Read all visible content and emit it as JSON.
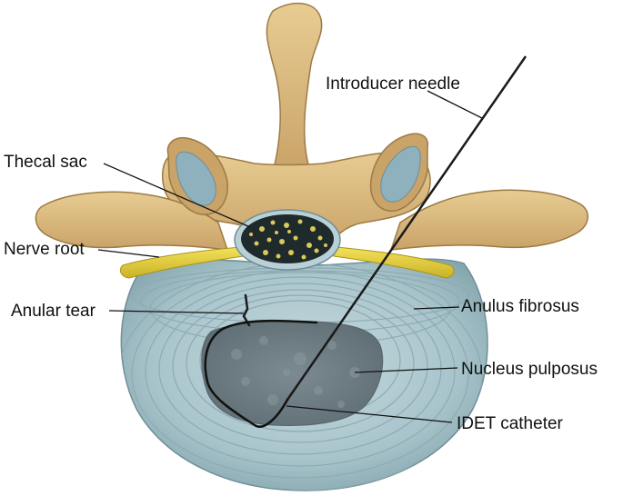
{
  "labels": {
    "introducer_needle": "Introducer needle",
    "thecal_sac": "Thecal sac",
    "nerve_root": "Nerve root",
    "anular_tear": "Anular tear",
    "anulus_fibrosus": "Anulus fibrosus",
    "nucleus_pulposus": "Nucleus pulposus",
    "idet_catheter": "IDET catheter"
  },
  "colors": {
    "bone": "#d9ba7e",
    "bone_shadow": "#a98650",
    "disc": "#a9c5cc",
    "nucleus": "#6f7f86",
    "nerve": "#e8d23a",
    "thecal_sac_fill": "#1f2a2c",
    "thecal_sac_dots": "#d8c95a",
    "facet": "#8fb0bd"
  }
}
